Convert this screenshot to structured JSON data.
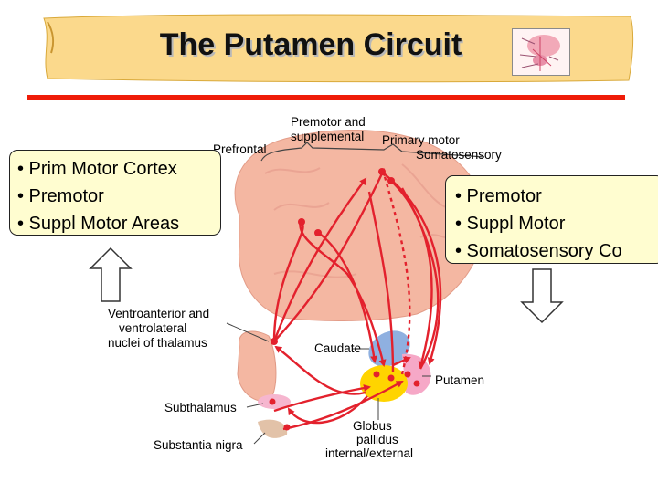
{
  "title": "The Putamen Circuit",
  "colors": {
    "banner": "#fbd98c",
    "rule": "#ef1c08",
    "box_fill": "#fffdd0",
    "pathway": "#e3212d",
    "brain": "#f4b7a2",
    "caudate": "#8fb0e0",
    "putamen": "#f6a8c7",
    "globus_pallidus": "#ffd400",
    "subthalamus": "#f6b6cf",
    "substantia_nigra": "#e2c2a8"
  },
  "left_box": {
    "items": [
      "• Prim Motor Cortex",
      "• Premotor",
      "• Suppl Motor Areas"
    ]
  },
  "right_box": {
    "items": [
      "• Premotor",
      "• Suppl Motor",
      "• Somatosensory Co"
    ]
  },
  "arrows": {
    "left": "up-arrow-icon",
    "right": "down-arrow-icon"
  },
  "labels": {
    "premotor_line1": "Premotor and",
    "premotor_line2": "supplemental",
    "prefrontal": "Prefrontal",
    "primary_motor": "Primary motor",
    "somatosensory": "Somatosensory",
    "thalamus_line1": "Ventroanterior and",
    "thalamus_line2": "ventrolateral",
    "thalamus_line3": "nuclei of thalamus",
    "caudate": "Caudate",
    "putamen": "Putamen",
    "subthalamus": "Subthalamus",
    "globus_line1": "Globus",
    "globus_line2": "pallidus",
    "globus_line3": "internal/external",
    "substantia_nigra": "Substantia nigra"
  }
}
